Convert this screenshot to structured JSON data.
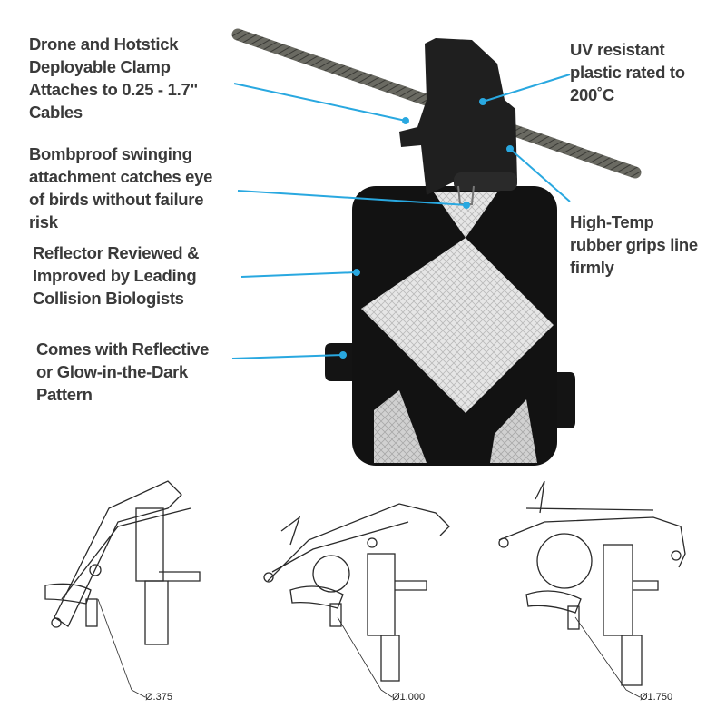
{
  "callouts": {
    "clamp": [
      "Drone and Hotstick",
      "Deployable Clamp",
      "Attaches to 0.25 - 1.7\"",
      "Cables"
    ],
    "uv": [
      "UV resistant",
      "plastic rated to",
      "200˚C"
    ],
    "swing": [
      "Bombproof swinging",
      "attachment catches eye",
      "of birds without failure",
      "risk"
    ],
    "grip": [
      "High-Temp",
      "rubber grips line",
      "firmly"
    ],
    "reviewed": [
      "Reflector Reviewed &",
      "Improved by Leading",
      "Collision Biologists"
    ],
    "pattern": [
      "Comes with Reflective",
      "or Glow-in-the-Dark",
      "Pattern"
    ]
  },
  "drawings": [
    {
      "diameter_label": "Ø.375"
    },
    {
      "diameter_label": "Ø1.000"
    },
    {
      "diameter_label": "Ø1.750"
    }
  ],
  "colors": {
    "leader": "#29a8e0",
    "text": "#3a3a3a"
  }
}
